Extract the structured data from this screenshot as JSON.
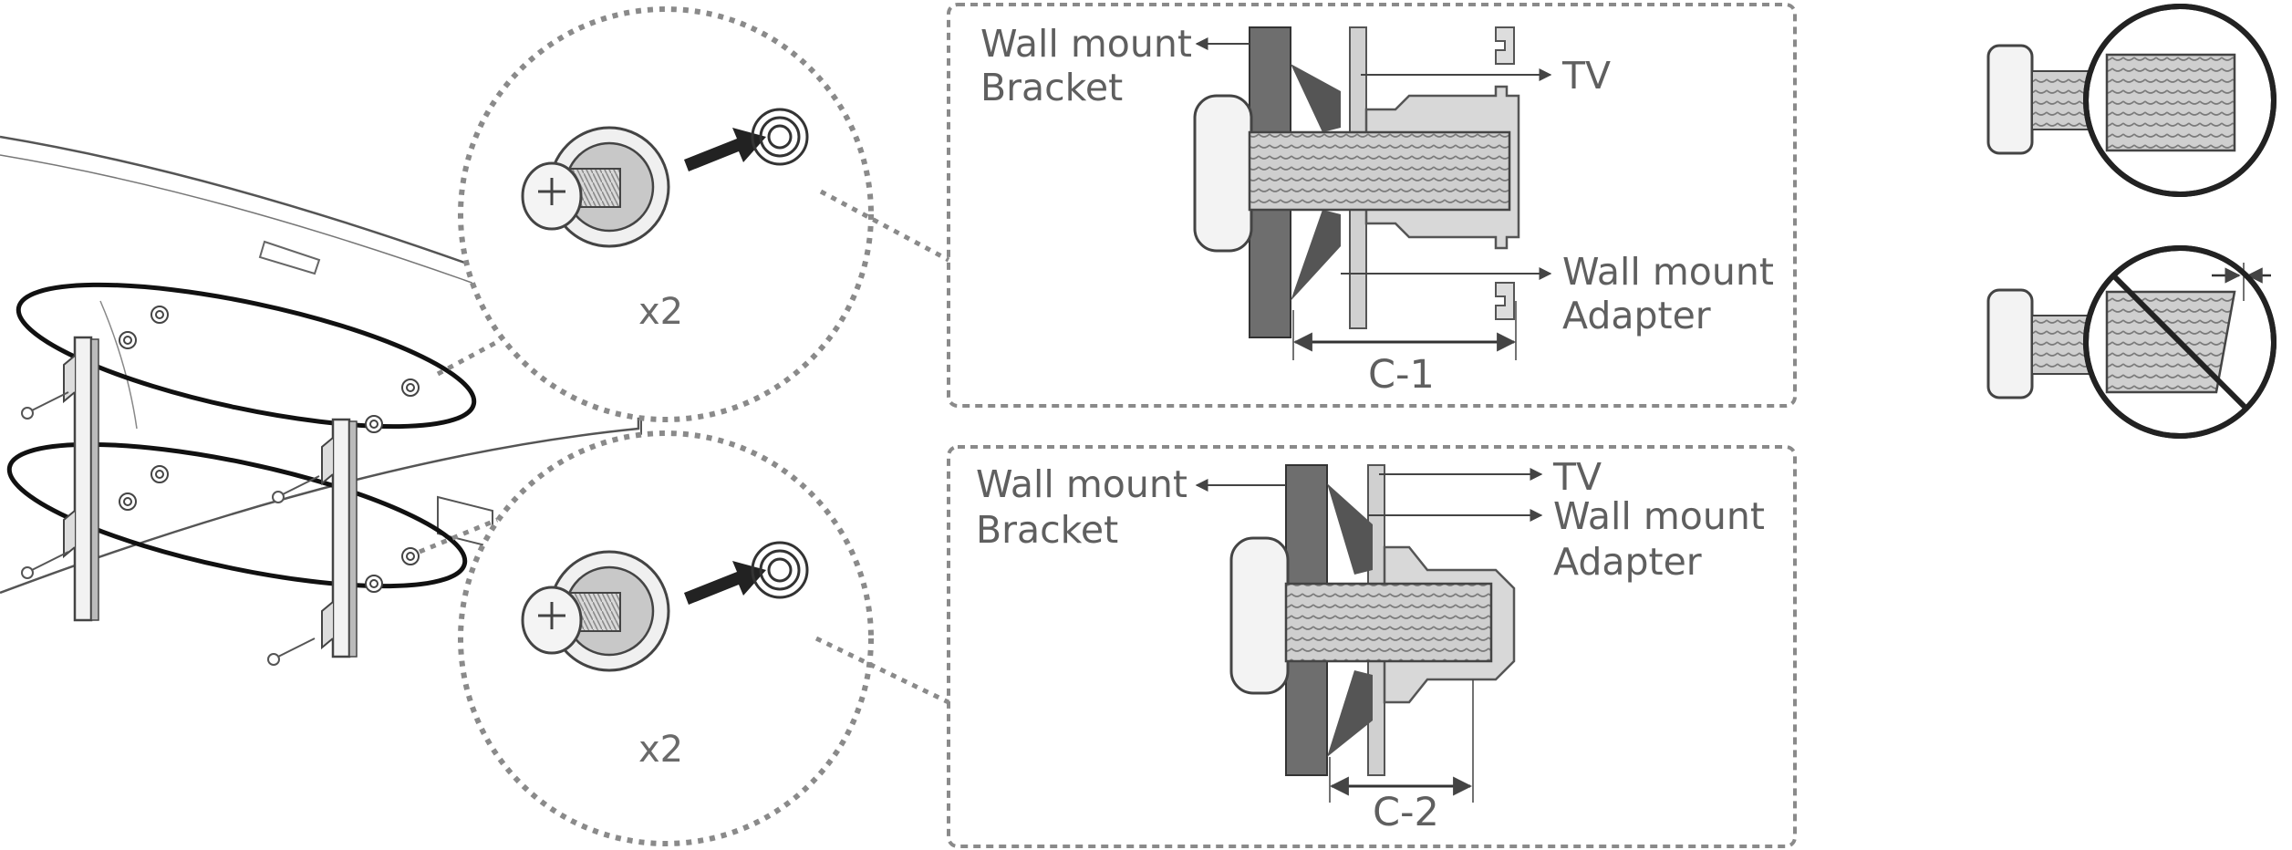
{
  "zoom_top": {
    "quantity": "x2"
  },
  "zoom_bottom": {
    "quantity": "x2"
  },
  "detail_c1": {
    "bracket_label_line1": "Wall mount",
    "bracket_label_line2": "Bracket",
    "tv_label": "TV",
    "adapter_label_line1": "Wall mount",
    "adapter_label_line2": "Adapter",
    "dimension_label": "C-1"
  },
  "detail_c2": {
    "bracket_label_line1": "Wall mount",
    "bracket_label_line2": "Bracket",
    "tv_label": "TV",
    "adapter_label_line1": "Wall mount",
    "adapter_label_line2": "Adapter",
    "dimension_label": "C-2"
  },
  "colors": {
    "bracket": "#6e6e6e",
    "metal": "#d6d6d6",
    "outline": "#444444",
    "dotted": "#8a8a8a",
    "text": "#5f5f5f"
  },
  "icons": [
    "screw-icon",
    "wall-mount-adapter-icon",
    "arrow-icon",
    "prohibited-icon"
  ]
}
